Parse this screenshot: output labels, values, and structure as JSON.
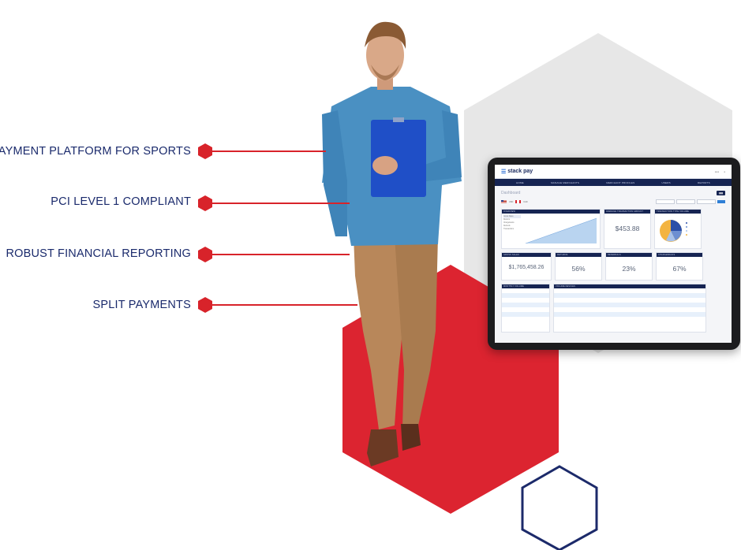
{
  "features": [
    {
      "label": "PAYMENT PLATFORM FOR SPORTS"
    },
    {
      "label": "PCI LEVEL 1 COMPLIANT"
    },
    {
      "label": "ROBUST FINANCIAL REPORTING"
    },
    {
      "label": "SPLIT PAYMENTS"
    }
  ],
  "colors": {
    "accent_red": "#d8232a",
    "navy": "#1a2a6c",
    "hex_gray": "#e6e6e6"
  },
  "dashboard": {
    "brand": "stack pay",
    "nav": [
      "HOME",
      "MANAGE MERCHANTS",
      "MERCHANT PROFILES",
      "USERS",
      "REPORTS"
    ],
    "title": "Dashboard",
    "flags": [
      {
        "label": "USD"
      },
      {
        "label": "CAD"
      }
    ],
    "card_titles": {
      "overview": "OVERVIEW",
      "avg_amount": "AVERAGE TRANSACTION AMOUNT",
      "type_volume": "TRANSACTION TYPE VOLUME",
      "gross_sales": "GROSS SALES",
      "returns": "RETURNS",
      "refunds": "REFERRALS",
      "chargebacks": "CHARGEBACKS",
      "monthly_volume": "MONTHLY VOLUME",
      "volume_per": "VOLUME DEVICES"
    },
    "avg_amount": "$453.88",
    "gross_sales": "$1,765,458.26",
    "returns_pct": "56%",
    "refunds_pct": "23%",
    "chargebacks_pct": "67%",
    "overview_list": [
      "Gross Sales",
      "Returns",
      "Chargebacks",
      "Refunds",
      "Transactions"
    ]
  }
}
